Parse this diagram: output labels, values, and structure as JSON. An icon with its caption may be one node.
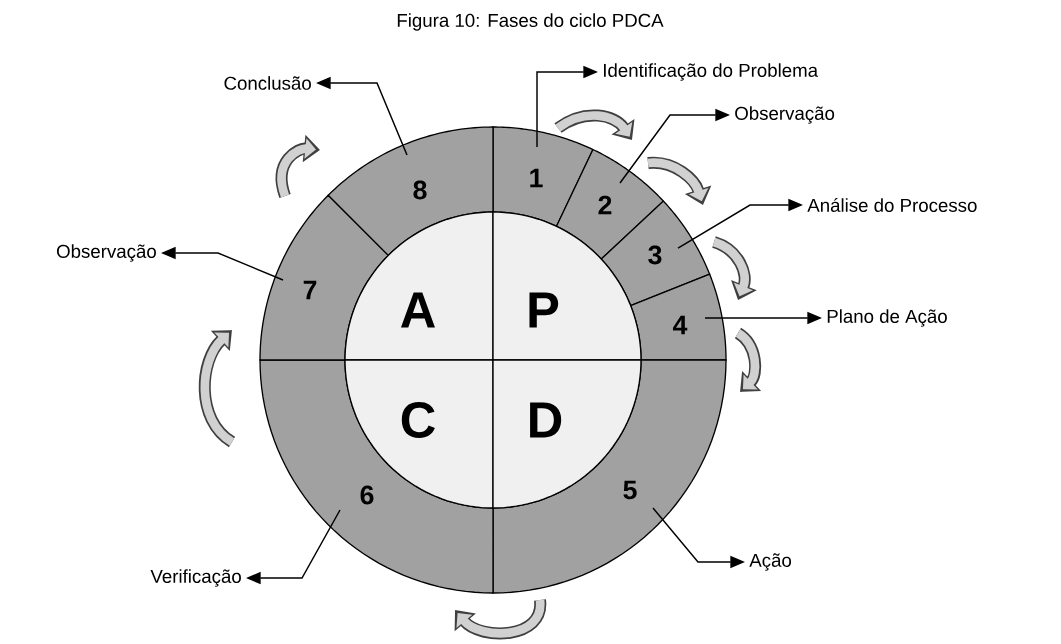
{
  "diagram": {
    "title": "Figura 10: Fases do ciclo PDCA",
    "nodes": [
      {
        "text": [
          "Conclusão"
        ]
      },
      {
        "text": [
          "Identificação do Problema"
        ]
      },
      {
        "text": [
          "Observação"
        ]
      },
      {
        "text": [
          "Análise do Processo"
        ]
      },
      {
        "text": [
          "Observação"
        ]
      },
      {
        "text": [
          "Plano de Ação"
        ]
      },
      {
        "text": [
          "Ação"
        ]
      },
      {
        "text": [
          "Verificação"
        ]
      },
      {
        "text": [
          "1"
        ]
      },
      {
        "text": [
          "2"
        ]
      },
      {
        "text": [
          "3"
        ]
      },
      {
        "text": [
          "4"
        ]
      },
      {
        "text": [
          "5"
        ]
      },
      {
        "text": [
          "6"
        ]
      },
      {
        "text": [
          "7"
        ]
      },
      {
        "text": [
          "8"
        ]
      },
      {
        "text": [
          "A"
        ]
      },
      {
        "text": [
          "P"
        ]
      },
      {
        "text": [
          "C"
        ]
      },
      {
        "text": [
          "D"
        ]
      }
    ],
    "edges": [
      {
        "from": 8,
        "to": 1,
        "arrow": "to"
      },
      {
        "from": 9,
        "to": 2,
        "arrow": "to"
      },
      {
        "from": 10,
        "to": 3,
        "arrow": "to"
      },
      {
        "from": 11,
        "to": 5,
        "arrow": "to"
      },
      {
        "from": 12,
        "to": 6,
        "arrow": "to"
      },
      {
        "from": 13,
        "to": 7,
        "arrow": "to"
      },
      {
        "from": 14,
        "to": 4,
        "arrow": "to"
      },
      {
        "from": 15,
        "to": 0,
        "arrow": "to"
      }
    ]
  }
}
